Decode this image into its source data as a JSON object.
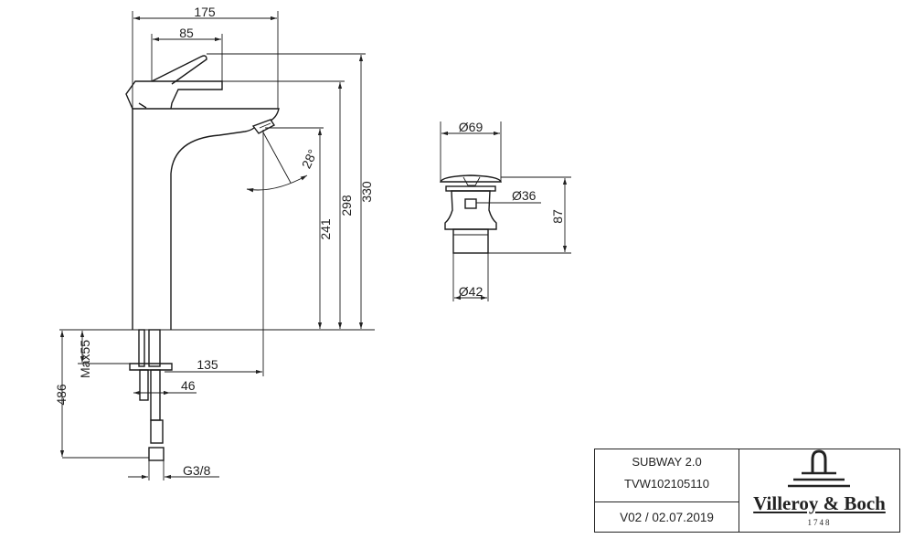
{
  "drawing": {
    "faucet_dimensions": {
      "overall_width": "175",
      "lever_width": "85",
      "height_total": "330",
      "height_lever_base": "298",
      "height_spout": "241",
      "spout_angle": "28°",
      "max_counter_thickness": "Max55",
      "reach": "135",
      "shank_diameter": "46",
      "hose_length": "486",
      "connection_thread": "G3/8"
    },
    "drain_dimensions": {
      "cap_diameter": "Ø69",
      "body_diameter": "Ø36",
      "height": "87",
      "thread_diameter": "Ø42"
    }
  },
  "title_block": {
    "product_name": "SUBWAY 2.0",
    "article_number": "TVW102105110",
    "version_date": "V02 / 02.07.2019",
    "brand": "Villeroy & Boch",
    "brand_year": "1748"
  }
}
